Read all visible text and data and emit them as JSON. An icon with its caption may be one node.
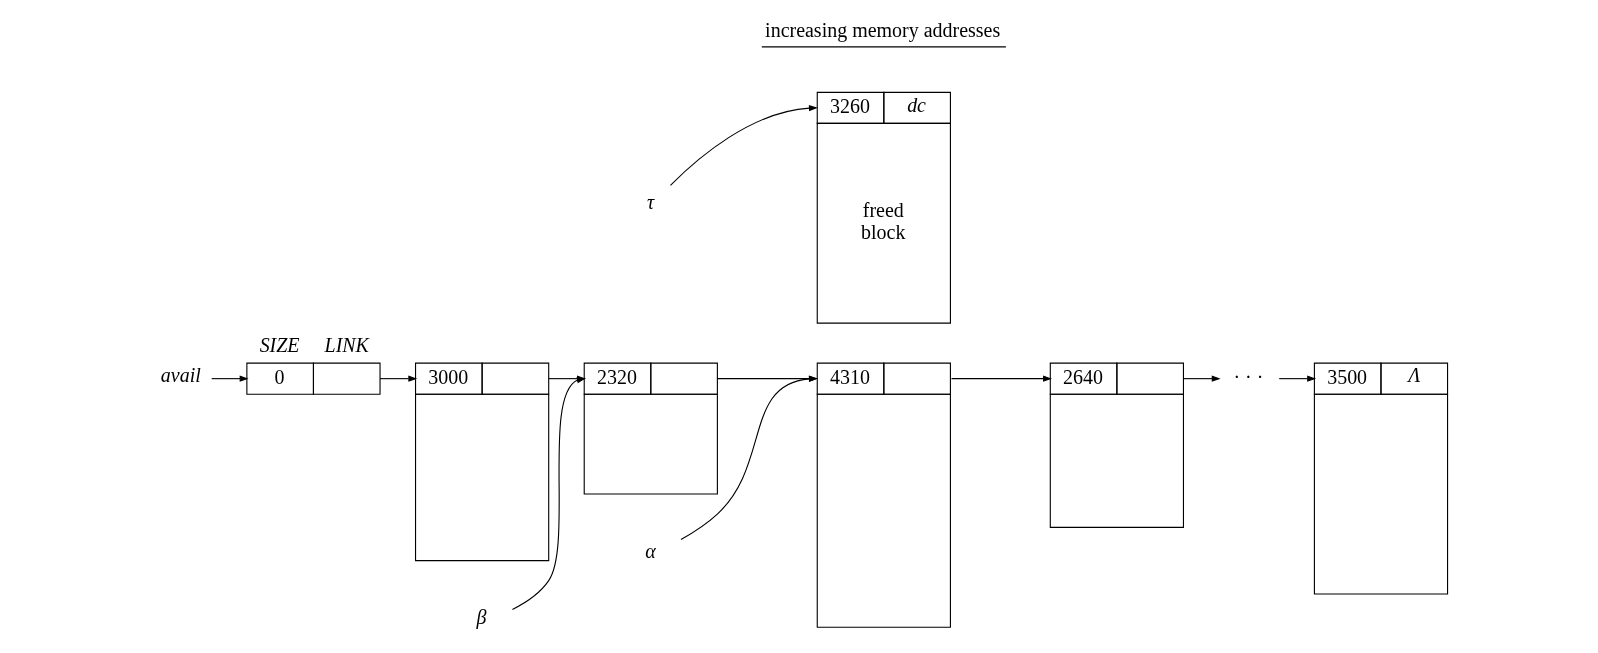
{
  "diagram": {
    "nodes": [
      {
        "text": [
          "avail"
        ]
      },
      {
        "text": [
          "0"
        ],
        "beside": [
          "SIZE",
          "LINK"
        ]
      },
      {
        "text": [
          "3000"
        ]
      },
      {
        "text": [
          "β"
        ]
      },
      {
        "text": [
          "2320"
        ]
      },
      {
        "text": [
          "α"
        ]
      },
      {
        "text": [
          "4310"
        ]
      },
      {
        "text": [
          "2640"
        ]
      },
      {
        "text": [
          "· · ·"
        ]
      },
      {
        "text": [
          "3500",
          "Λ"
        ]
      },
      {
        "text": [
          "τ"
        ]
      },
      {
        "text": [
          "3260",
          "dc",
          "freed block"
        ]
      }
    ],
    "edges": [
      {
        "from": 0,
        "to": 1,
        "arrow": "to"
      },
      {
        "from": 1,
        "to": 2,
        "arrow": "to"
      },
      {
        "from": 2,
        "to": 4,
        "arrow": "to"
      },
      {
        "from": 3,
        "to": 4,
        "arrow": "to"
      },
      {
        "from": 4,
        "to": 6,
        "arrow": "to"
      },
      {
        "from": 5,
        "to": 6,
        "arrow": "to"
      },
      {
        "from": 6,
        "to": 7,
        "arrow": "to"
      },
      {
        "from": 7,
        "to": 8,
        "arrow": "to"
      },
      {
        "from": 8,
        "to": 9,
        "arrow": "to"
      },
      {
        "from": 10,
        "to": 11,
        "arrow": "to"
      }
    ],
    "labels": [
      "increasing memory addresses"
    ]
  }
}
